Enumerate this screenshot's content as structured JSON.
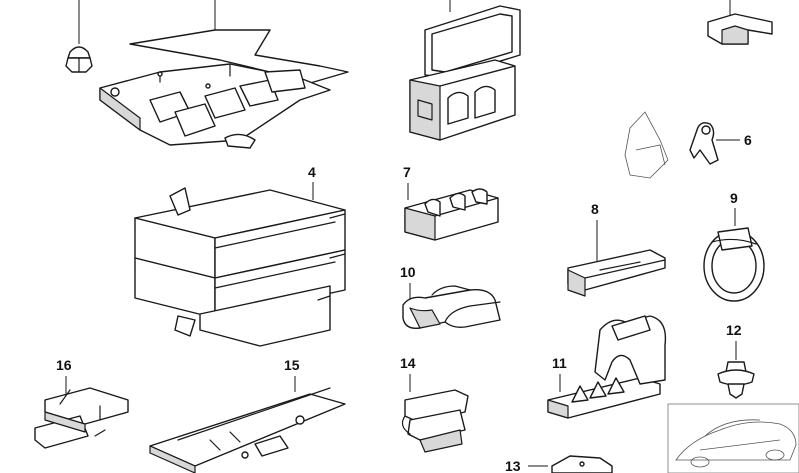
{
  "diagram": {
    "parts": [
      {
        "id": "part-4",
        "label": "4"
      },
      {
        "id": "part-6",
        "label": "6"
      },
      {
        "id": "part-7",
        "label": "7"
      },
      {
        "id": "part-8",
        "label": "8"
      },
      {
        "id": "part-9",
        "label": "9"
      },
      {
        "id": "part-10",
        "label": "10"
      },
      {
        "id": "part-11",
        "label": "11"
      },
      {
        "id": "part-12",
        "label": "12"
      },
      {
        "id": "part-13",
        "label": "13"
      },
      {
        "id": "part-14",
        "label": "14"
      },
      {
        "id": "part-15",
        "label": "15"
      },
      {
        "id": "part-16",
        "label": "16"
      }
    ]
  }
}
